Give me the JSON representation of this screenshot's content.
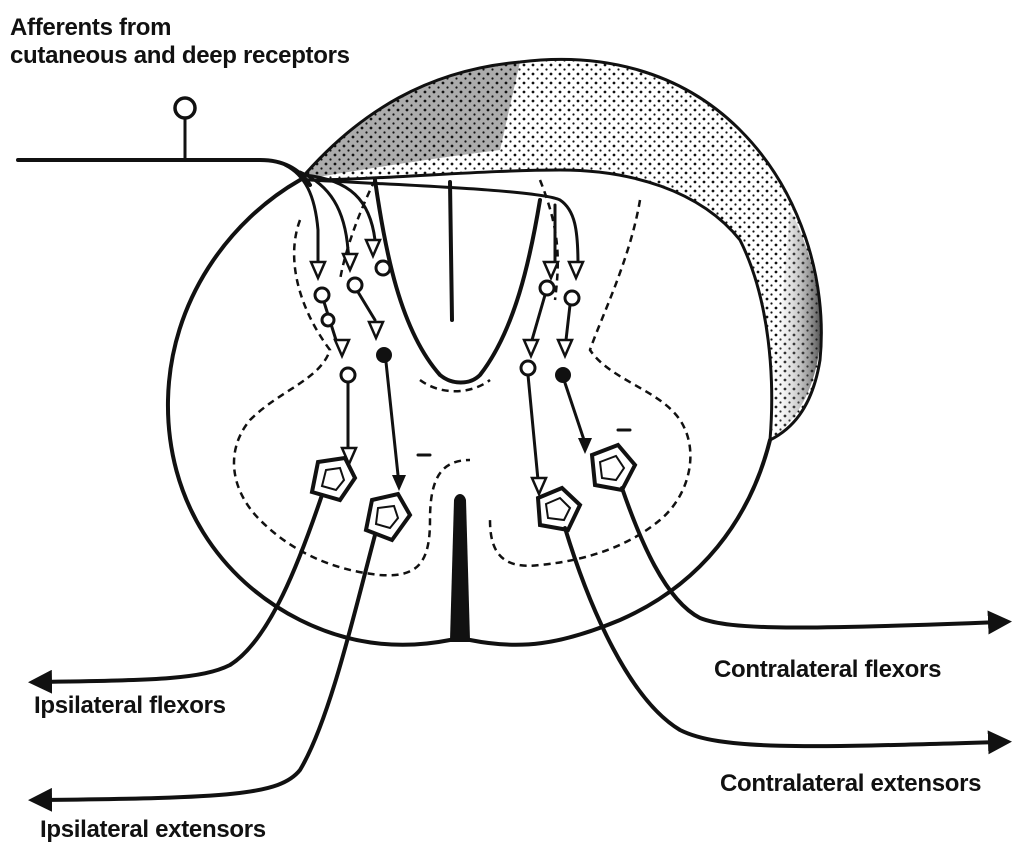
{
  "labels": {
    "afferents_line1": "Afferents from",
    "afferents_line2": "cutaneous and deep receptors",
    "ipsilateral_flexors": "Ipsilateral flexors",
    "ipsilateral_extensors": "Ipsilateral extensors",
    "contralateral_flexors": "Contralateral flexors",
    "contralateral_extensors": "Contralateral extensors"
  },
  "colors": {
    "ink": "#111111",
    "background": "#ffffff"
  }
}
